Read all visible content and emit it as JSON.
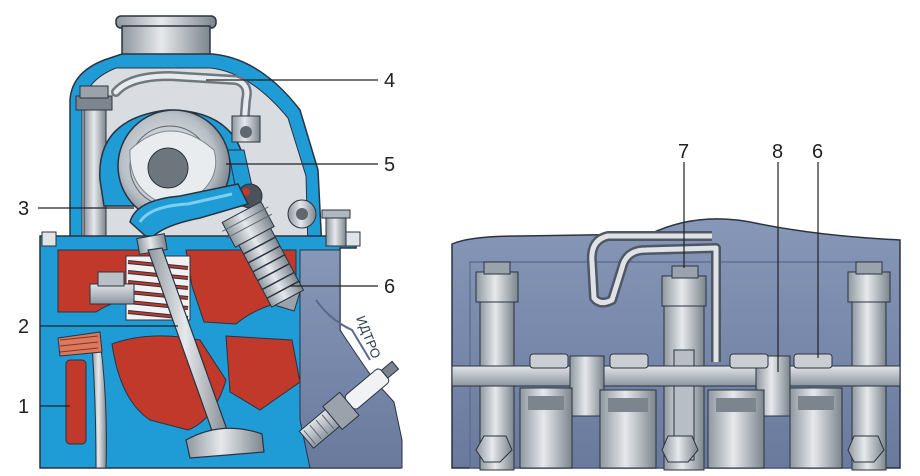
{
  "left_view": {
    "callouts": [
      {
        "id": "c1",
        "label": "1"
      },
      {
        "id": "c2",
        "label": "2"
      },
      {
        "id": "c3",
        "label": "3"
      },
      {
        "id": "c4",
        "label": "4"
      },
      {
        "id": "c5",
        "label": "5"
      },
      {
        "id": "c6",
        "label": "6"
      }
    ],
    "stamp_text": "ИДТРО"
  },
  "right_view": {
    "callouts": [
      {
        "id": "c7",
        "label": "7"
      },
      {
        "id": "c8",
        "label": "8"
      },
      {
        "id": "c6b",
        "label": "6"
      }
    ]
  },
  "colors": {
    "housing_blue": "#1f9bd6",
    "port_red": "#c0392b",
    "metal_light": "#d4d8dc",
    "metal_mid": "#9aa3ab",
    "metal_dark": "#5f6770",
    "casting_slate": "#7f8fb0",
    "casting_dark": "#5a6a8c",
    "outline": "#2a3340"
  }
}
